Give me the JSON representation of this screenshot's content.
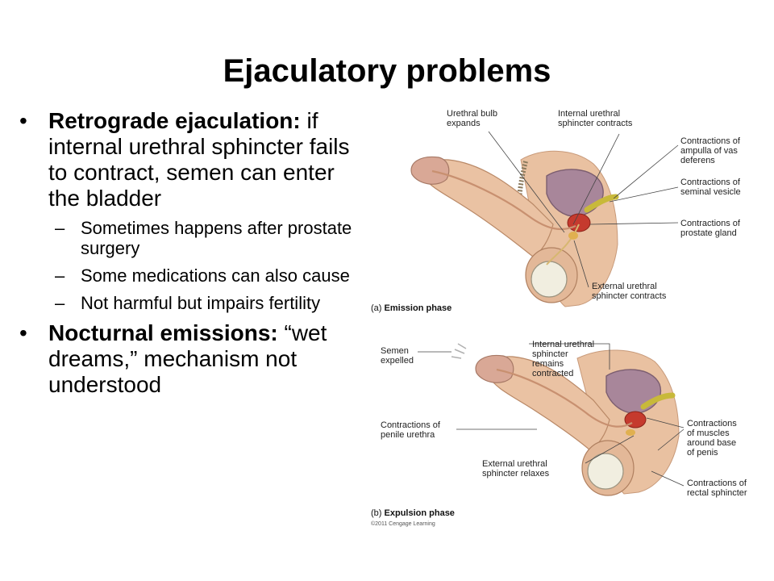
{
  "slide": {
    "title": "Ejaculatory problems"
  },
  "bullets": [
    {
      "lead": "Retrograde ejaculation:",
      "text": " if internal urethral sphincter fails to contract, semen can enter the bladder",
      "subs": [
        "Sometimes happens after prostate surgery",
        "Some medications can also cause",
        "Not harmful but impairs fertility"
      ]
    },
    {
      "lead": "Nocturnal emissions:",
      "text": " “wet dreams,” mechanism not understood"
    }
  ],
  "figure": {
    "a": {
      "caption_letter": "(a)",
      "caption": "Emission phase",
      "labels": {
        "bulb_1": "Urethral bulb",
        "bulb_2": "expands",
        "internal_1": "Internal urethral",
        "internal_2": "sphincter contracts",
        "ampulla_1": "Contractions of",
        "ampulla_2": "ampulla of vas",
        "ampulla_3": "deferens",
        "vesicle_1": "Contractions of",
        "vesicle_2": "seminal vesicle",
        "prostate_1": "Contractions of",
        "prostate_2": "prostate gland",
        "external_1": "External urethral",
        "external_2": "sphincter contracts"
      }
    },
    "b": {
      "caption_letter": "(b)",
      "caption": "Expulsion phase",
      "labels": {
        "semen_1": "Semen",
        "semen_2": "expelled",
        "internal_1": "Internal urethral",
        "internal_2": "sphincter",
        "internal_3": "remains",
        "internal_4": "contracted",
        "penile_1": "Contractions of",
        "penile_2": "penile urethra",
        "muscles_1": "Contractions",
        "muscles_2": "of muscles",
        "muscles_3": "around base",
        "muscles_4": "of penis",
        "external_1": "External urethral",
        "external_2": "sphincter relaxes",
        "rectal_1": "Contractions of",
        "rectal_2": "rectal sphincter"
      }
    },
    "copyright": "©2011 Cengage Learning"
  }
}
